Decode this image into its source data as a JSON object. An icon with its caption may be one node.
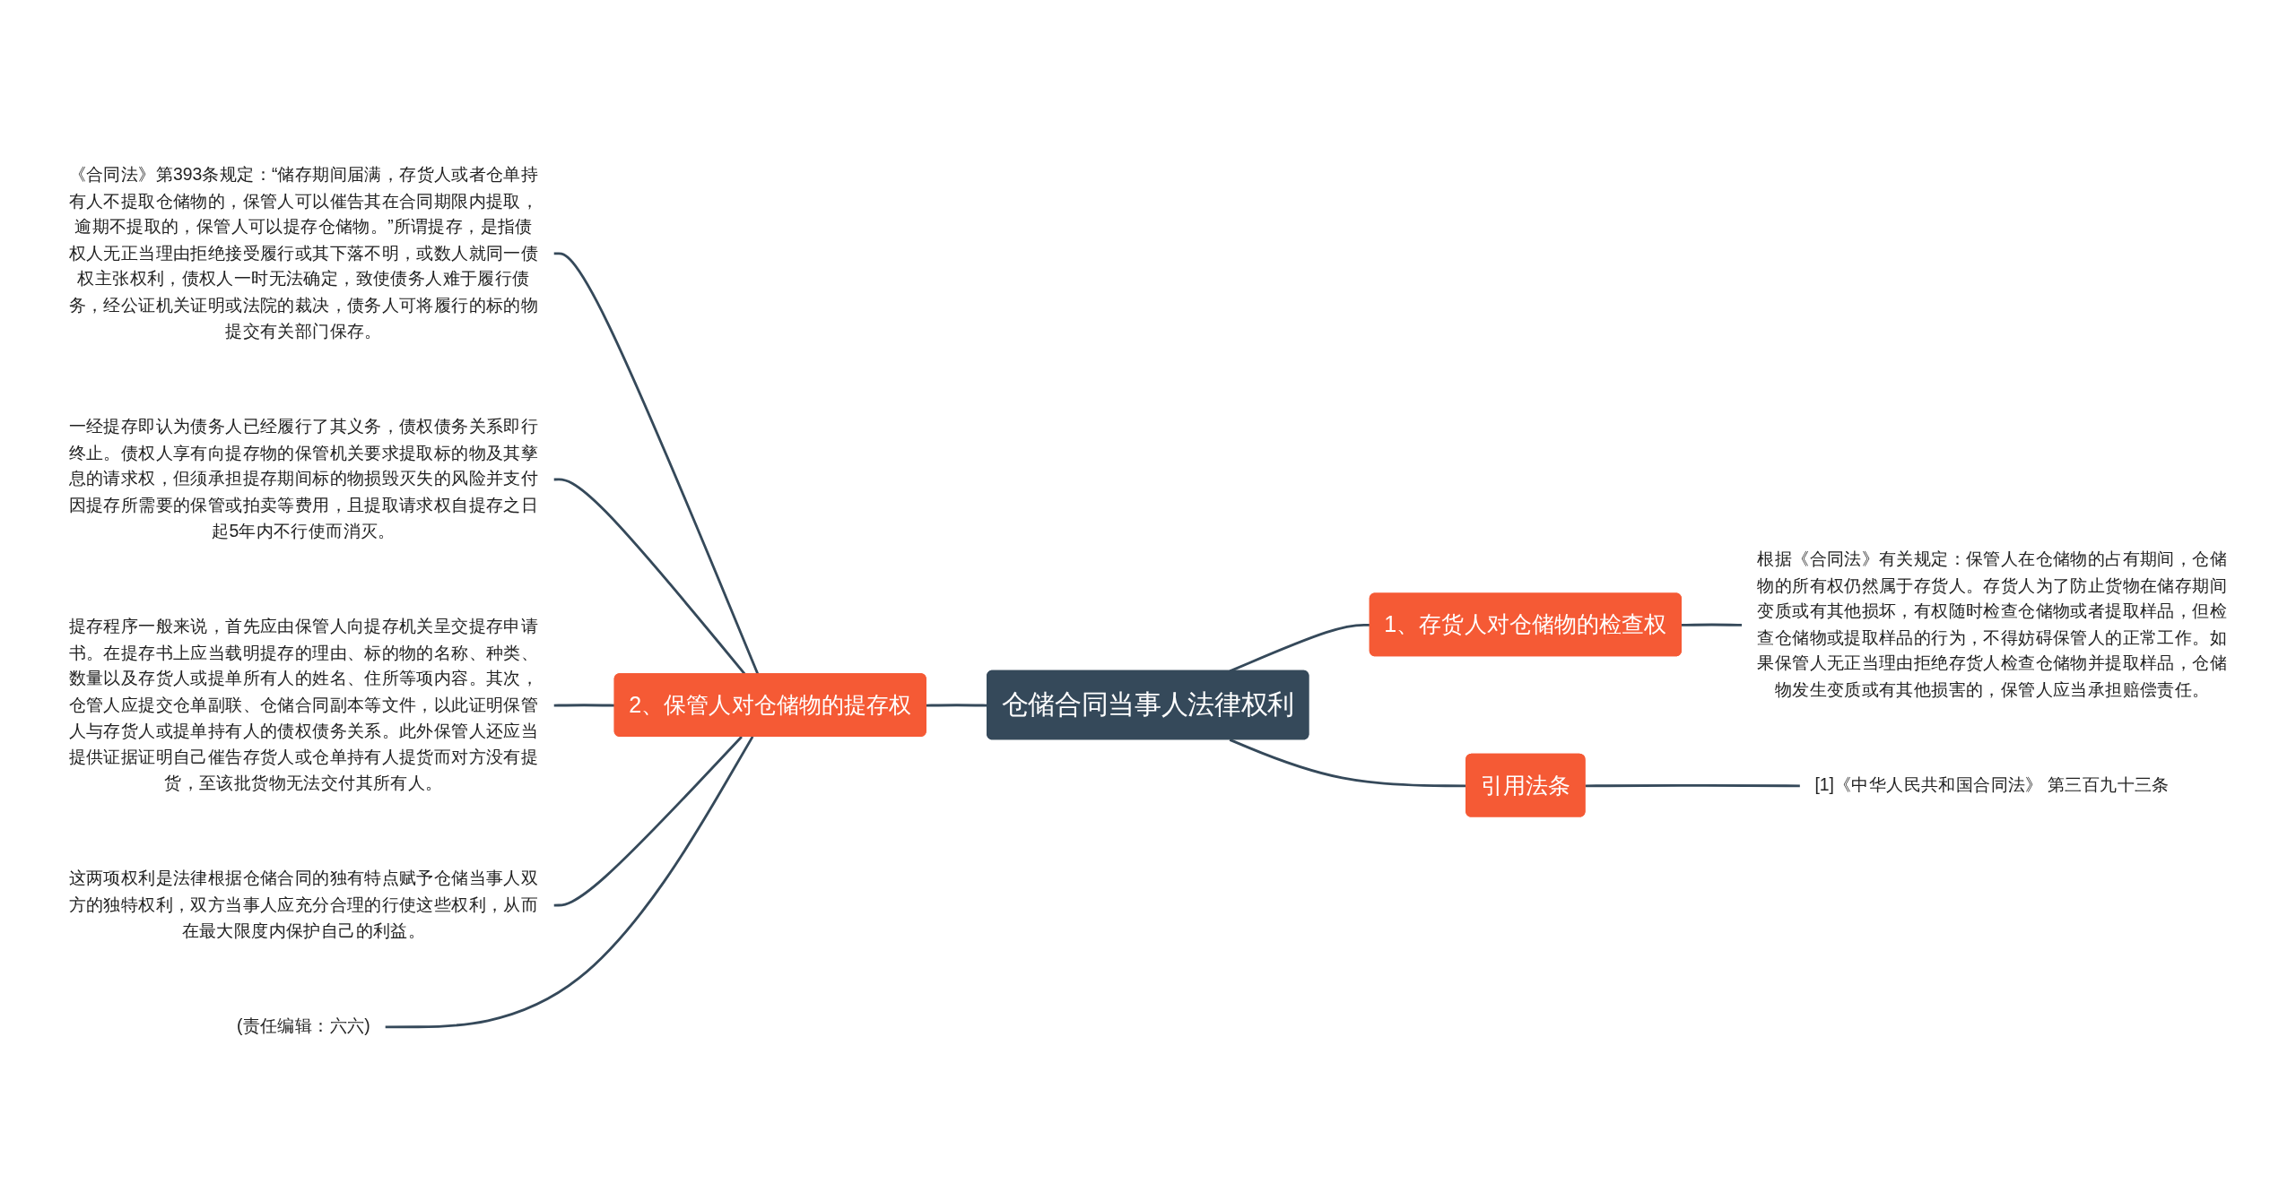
{
  "diagram": {
    "nodes": [
      {
        "text": [
          "仓储合同当事人法律权利"
        ]
      },
      {
        "text": [
          "1、存货人对仓储物的检查权"
        ]
      },
      {
        "text": [
          "根据《合同法》有关规定：保管人在仓储物的占有期间，仓储物的所有权仍然属于存货人。存货人为了防止货物在储存期间变质或有其他损坏，有权随时检查仓储物或者提取样品，但检查仓储物或提取样品的行为，不得妨碍保管人的正常工作。如果保管人无正当理由拒绝存货人检查仓储物并提取样品，仓储物发生变质或有其他损害的，保管人应当承担赔偿责任。"
        ]
      },
      {
        "text": [
          "引用法条"
        ]
      },
      {
        "text": [
          "[1]《中华人民共和国合同法》 第三百九十三条"
        ]
      },
      {
        "text": [
          "2、保管人对仓储物的提存权"
        ]
      },
      {
        "text": [
          "《合同法》第393条规定：“储存期间届满，存货人或者仓单持有人不提取仓储物的，保管人可以催告其在合同期限内提取，逾期不提取的，保管人可以提存仓储物。”所谓提存，是指债权人无正当理由拒绝接受履行或其下落不明，或数人就同一债权主张权利，债权人一时无法确定，致使债务人难于履行债务，经公证机关证明或法院的裁决，债务人可将履行的标的物提交有关部门保存。"
        ]
      },
      {
        "text": [
          "一经提存即认为债务人已经履行了其义务，债权债务关系即行终止。债权人享有向提存物的保管机关要求提取标的物及其孳息的请求权，但须承担提存期间标的物损毁灭失的风险并支付因提存所需要的保管或拍卖等费用，且提取请求权自提存之日起5年内不行使而消灭。"
        ]
      },
      {
        "text": [
          "提存程序一般来说，首先应由保管人向提存机关呈交提存申请书。在提存书上应当载明提存的理由、标的物的名称、种类、数量以及存货人或提单所有人的姓名、住所等项内容。其次，仓管人应提交仓单副联、仓储合同副本等文件，以此证明保管人与存货人或提单持有人的债权债务关系。此外保管人还应当提供证据证明自己催告存货人或仓单持有人提货而对方没有提货，至该批货物无法交付其所有人。"
        ]
      },
      {
        "text": [
          "这两项权利是法律根据仓储合同的独有特点赋予仓储当事人双方的独特权利，双方当事人应充分合理的行使这些权利，从而在最大限度内保护自己的利益。"
        ]
      },
      {
        "text": [
          "(责任编辑：六六)"
        ]
      }
    ],
    "edges": [
      {
        "from": 0,
        "to": 1,
        "arrow": "none"
      },
      {
        "from": 1,
        "to": 2,
        "arrow": "none"
      },
      {
        "from": 0,
        "to": 3,
        "arrow": "none"
      },
      {
        "from": 3,
        "to": 4,
        "arrow": "none"
      },
      {
        "from": 0,
        "to": 5,
        "arrow": "none"
      },
      {
        "from": 5,
        "to": 6,
        "arrow": "none"
      },
      {
        "from": 5,
        "to": 7,
        "arrow": "none"
      },
      {
        "from": 5,
        "to": 8,
        "arrow": "none"
      },
      {
        "from": 5,
        "to": 9,
        "arrow": "none"
      },
      {
        "from": 5,
        "to": 10,
        "arrow": "none"
      }
    ]
  }
}
